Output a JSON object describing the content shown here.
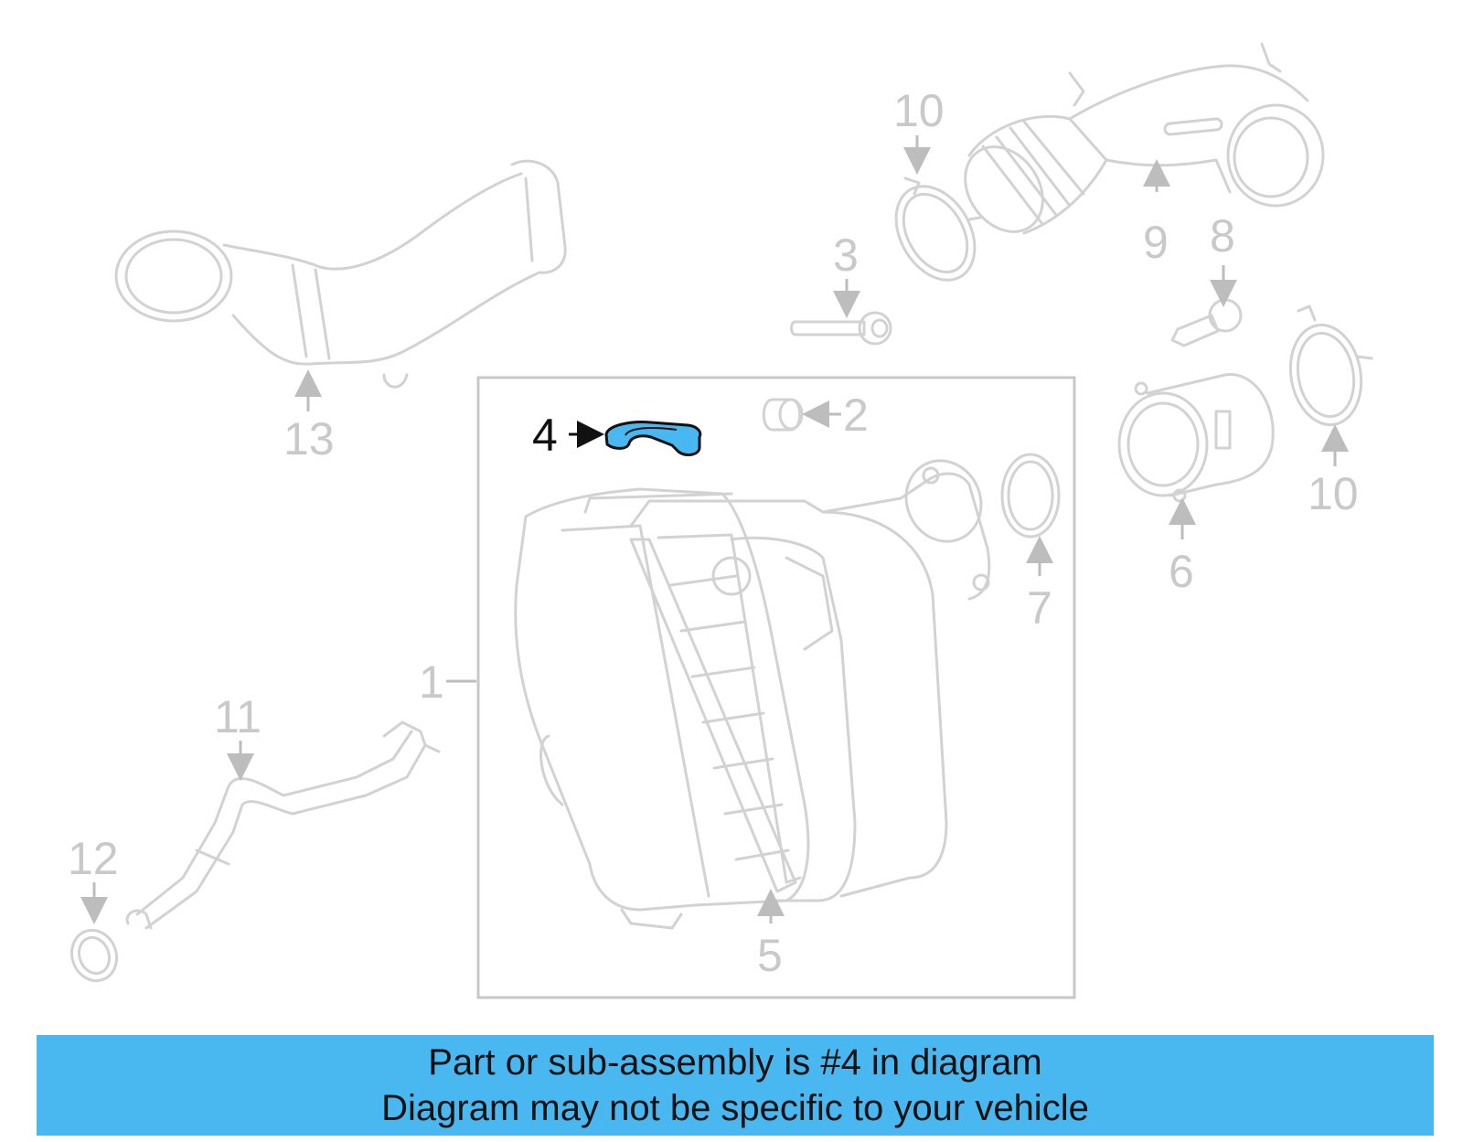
{
  "diagram": {
    "highlight_color": "#4ab8f0",
    "callouts": {
      "c1": "1",
      "c2": "2",
      "c3": "3",
      "c4": "4",
      "c5": "5",
      "c6": "6",
      "c7": "7",
      "c8": "8",
      "c9": "9",
      "c10a": "10",
      "c10b": "10",
      "c11": "11",
      "c12": "12",
      "c13": "13"
    },
    "highlighted_part": "4"
  },
  "banner": {
    "line1": "Part or sub-assembly is #4 in diagram",
    "line2": "Diagram may not be specific to your vehicle",
    "color": "#4ab8f0"
  }
}
